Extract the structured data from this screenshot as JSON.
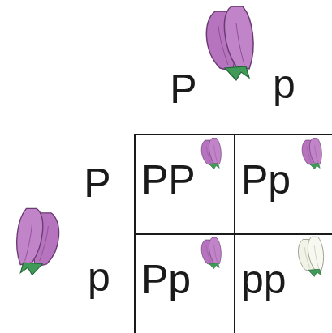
{
  "diagram": {
    "nodes": [
      {
        "text": [
          "PP"
        ]
      },
      {
        "text": [
          "Pp"
        ]
      },
      {
        "text": [
          "Pp"
        ]
      },
      {
        "text": [
          "pp"
        ]
      }
    ],
    "labels": [
      "P",
      "p",
      "P",
      "p"
    ]
  }
}
